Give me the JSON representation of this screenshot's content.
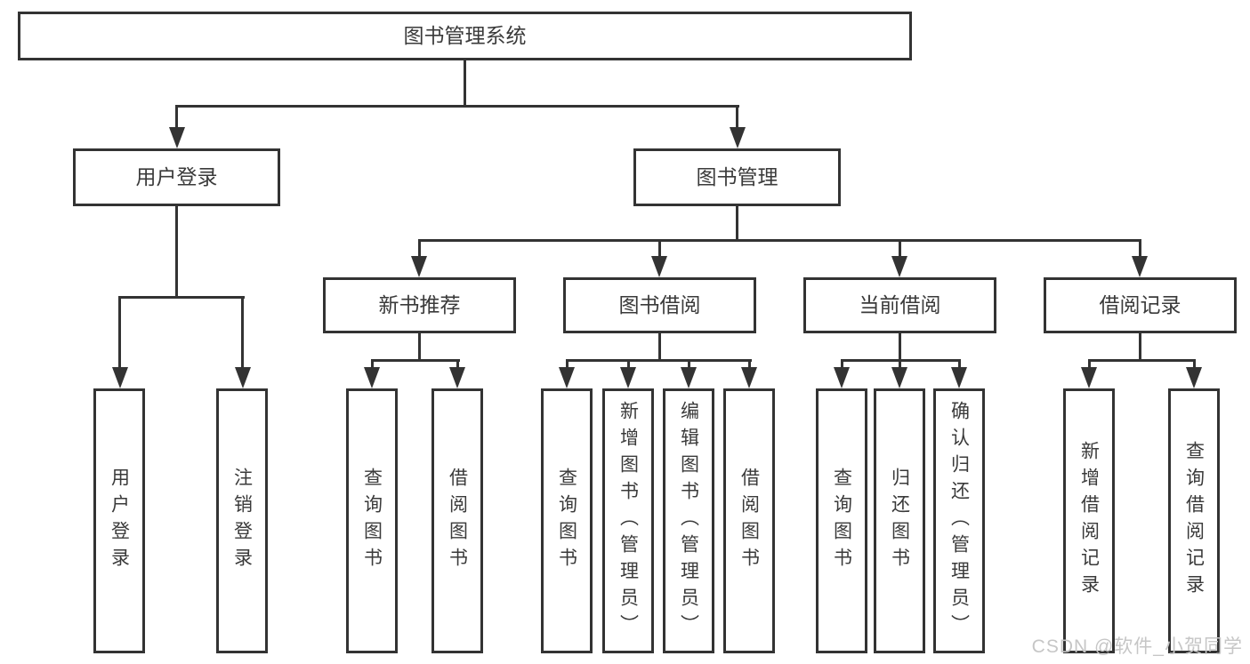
{
  "diagram": {
    "root": {
      "label": "图书管理系统"
    },
    "level2": [
      {
        "label": "用户登录"
      },
      {
        "label": "图书管理"
      }
    ],
    "level3": [
      {
        "label": "新书推荐"
      },
      {
        "label": "图书借阅"
      },
      {
        "label": "当前借阅"
      },
      {
        "label": "借阅记录"
      }
    ],
    "leaves": [
      {
        "label": "用户登录"
      },
      {
        "label": "注销登录"
      },
      {
        "label": "查询图书"
      },
      {
        "label": "借阅图书"
      },
      {
        "label": "查询图书"
      },
      {
        "label": "新增图书（管理员）"
      },
      {
        "label": "编辑图书（管理员）"
      },
      {
        "label": "借阅图书"
      },
      {
        "label": "查询图书"
      },
      {
        "label": "归还图书"
      },
      {
        "label": "确认归还（管理员）"
      },
      {
        "label": "新增借阅记录"
      },
      {
        "label": "查询借阅记录"
      }
    ],
    "colors": {
      "line": "#333333",
      "text": "#3a3a3a",
      "background": "#ffffff",
      "watermark": "#c6c6c6"
    }
  },
  "watermark": {
    "text": "CSDN @软件_小贺同学"
  }
}
